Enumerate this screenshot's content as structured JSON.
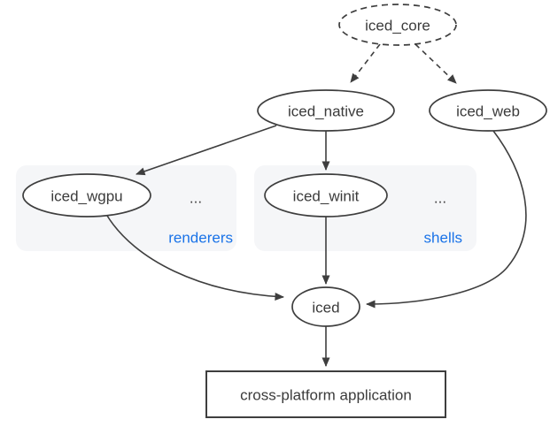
{
  "diagram": {
    "nodes": {
      "core": {
        "label": "iced_core"
      },
      "native": {
        "label": "iced_native"
      },
      "web": {
        "label": "iced_web"
      },
      "wgpu": {
        "label": "iced_wgpu"
      },
      "winit": {
        "label": "iced_winit"
      },
      "iced": {
        "label": "iced"
      },
      "application": {
        "label": "cross-platform application"
      }
    },
    "groups": {
      "renderers": {
        "label": "renderers",
        "ellipsis": "..."
      },
      "shells": {
        "label": "shells",
        "ellipsis": "..."
      }
    },
    "edges": [
      {
        "from": "iced_core",
        "to": "iced_native",
        "style": "dashed"
      },
      {
        "from": "iced_core",
        "to": "iced_web",
        "style": "dashed"
      },
      {
        "from": "iced_native",
        "to": "iced_wgpu",
        "style": "solid"
      },
      {
        "from": "iced_native",
        "to": "iced_winit",
        "style": "solid"
      },
      {
        "from": "iced_wgpu",
        "to": "iced",
        "style": "solid"
      },
      {
        "from": "iced_winit",
        "to": "iced",
        "style": "solid"
      },
      {
        "from": "iced_web",
        "to": "iced",
        "style": "solid"
      },
      {
        "from": "iced",
        "to": "cross-platform application",
        "style": "solid"
      }
    ],
    "colors": {
      "stroke": "#3e3e3e",
      "text": "#3b3b3b",
      "group_label": "#1a73e8",
      "group_fill": "#f5f6f8",
      "node_fill": "#ffffff",
      "background": "#ffffff"
    }
  }
}
